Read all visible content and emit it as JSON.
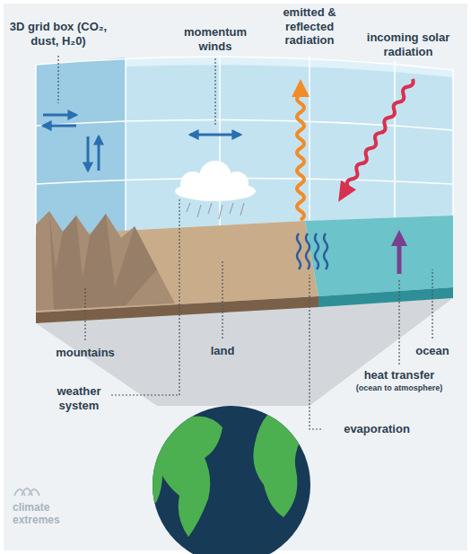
{
  "diagram": {
    "labels": [
      "3D grid box (CO₂, dust, H₂0)",
      "momentum winds",
      "emitted & reflected radiation",
      "incoming solar radiation",
      "mountains",
      "land",
      "ocean",
      "weather system",
      "heat transfer",
      "(ocean to atmosphere)",
      "evaporation",
      "climate extremes"
    ]
  }
}
